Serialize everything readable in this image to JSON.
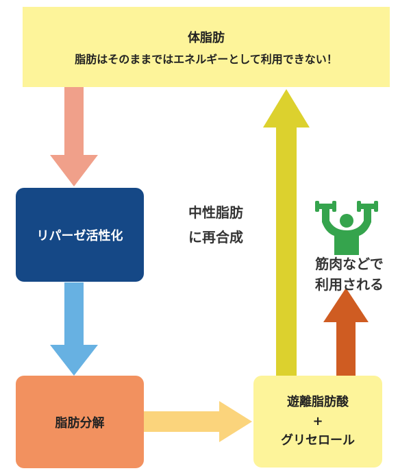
{
  "top_box": {
    "title": "体脂肪",
    "subtitle": "脂肪はそのままではエネルギーとして利用できない！"
  },
  "lipase_box": {
    "label": "リパーゼ活性化"
  },
  "decomposition_box": {
    "label": "脂肪分解"
  },
  "fatty_acid_box": {
    "line1": "遊離脂肪酸",
    "line2": "+",
    "line3": "グリセロール"
  },
  "resynthesis_label": {
    "line1": "中性脂肪",
    "line2": "に再合成"
  },
  "used_label": {
    "line1": "筋肉などで",
    "line2": "利用される"
  },
  "colors": {
    "top_box": "#fdf49a",
    "lipase_box": "#154886",
    "decomposition_box": "#f2915f",
    "arrow_salmon": "#f0a08a",
    "arrow_blue": "#67b1e2",
    "arrow_yellow_light": "#fbd47c",
    "arrow_yellow": "#dcd12e",
    "arrow_orange": "#cf5c22",
    "figure_green": "#35a44d"
  },
  "icons": [
    "muscle-figure-icon"
  ]
}
